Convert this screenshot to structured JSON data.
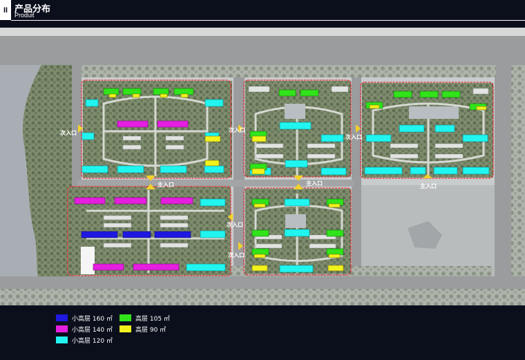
{
  "header": {
    "section_mark": "II",
    "title_cn": "产品分布",
    "title_en": "Produit"
  },
  "map_labels": {
    "main_entrance": "主入口",
    "secondary_entrance": "次入口"
  },
  "legend": [
    {
      "label": "小高层 160 ㎡",
      "color": "#1f18e0"
    },
    {
      "label": "小高层 140 ㎡",
      "color": "#e61ee0"
    },
    {
      "label": "小高层 120 ㎡",
      "color": "#21f5f0"
    },
    {
      "label": "高层 105 ㎡",
      "color": "#31e31a"
    },
    {
      "label": "高层 90 ㎡",
      "color": "#f2f21c"
    }
  ],
  "colors": {
    "boundary": "#e8303a",
    "entrance_arrow": "#f2d12a",
    "road": "#9a9c9e",
    "greenery": "#7d8a6c"
  }
}
